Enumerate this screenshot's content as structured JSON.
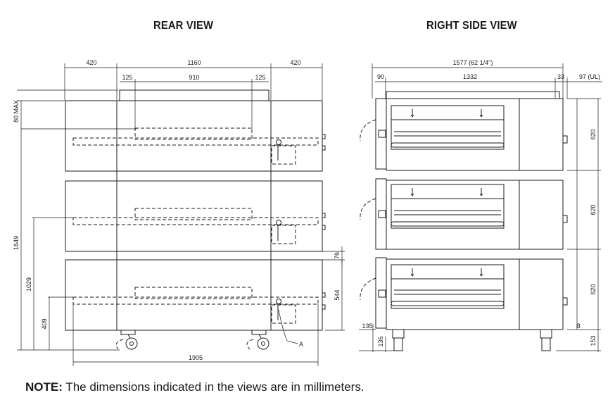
{
  "titles": {
    "rear": "REAR VIEW",
    "side": "RIGHT SIDE VIEW"
  },
  "rear_dims": {
    "left_section": "420",
    "middle_section": "1160",
    "right_section": "420",
    "inner_left": "125",
    "inner_width": "910",
    "inner_right": "125",
    "top_max": "80 MAX",
    "total_height": "1649",
    "middle_height": "1029",
    "bottom_height": "409",
    "gap": "76",
    "deck_height": "544",
    "total_width": "1905",
    "callout_a": "A"
  },
  "side_dims": {
    "overall": "1577 (62 1/4\")",
    "left": "90",
    "middle": "1332",
    "right_small": "33",
    "ul": "97 (UL)",
    "deck_1": "620",
    "deck_2": "620",
    "deck_3": "620",
    "foot_left": "135",
    "caster_left": "136",
    "caster_right": "153",
    "callout_b": "B"
  },
  "note": {
    "label": "NOTE:",
    "text": " The dimensions indicated in the views are in millimeters."
  }
}
